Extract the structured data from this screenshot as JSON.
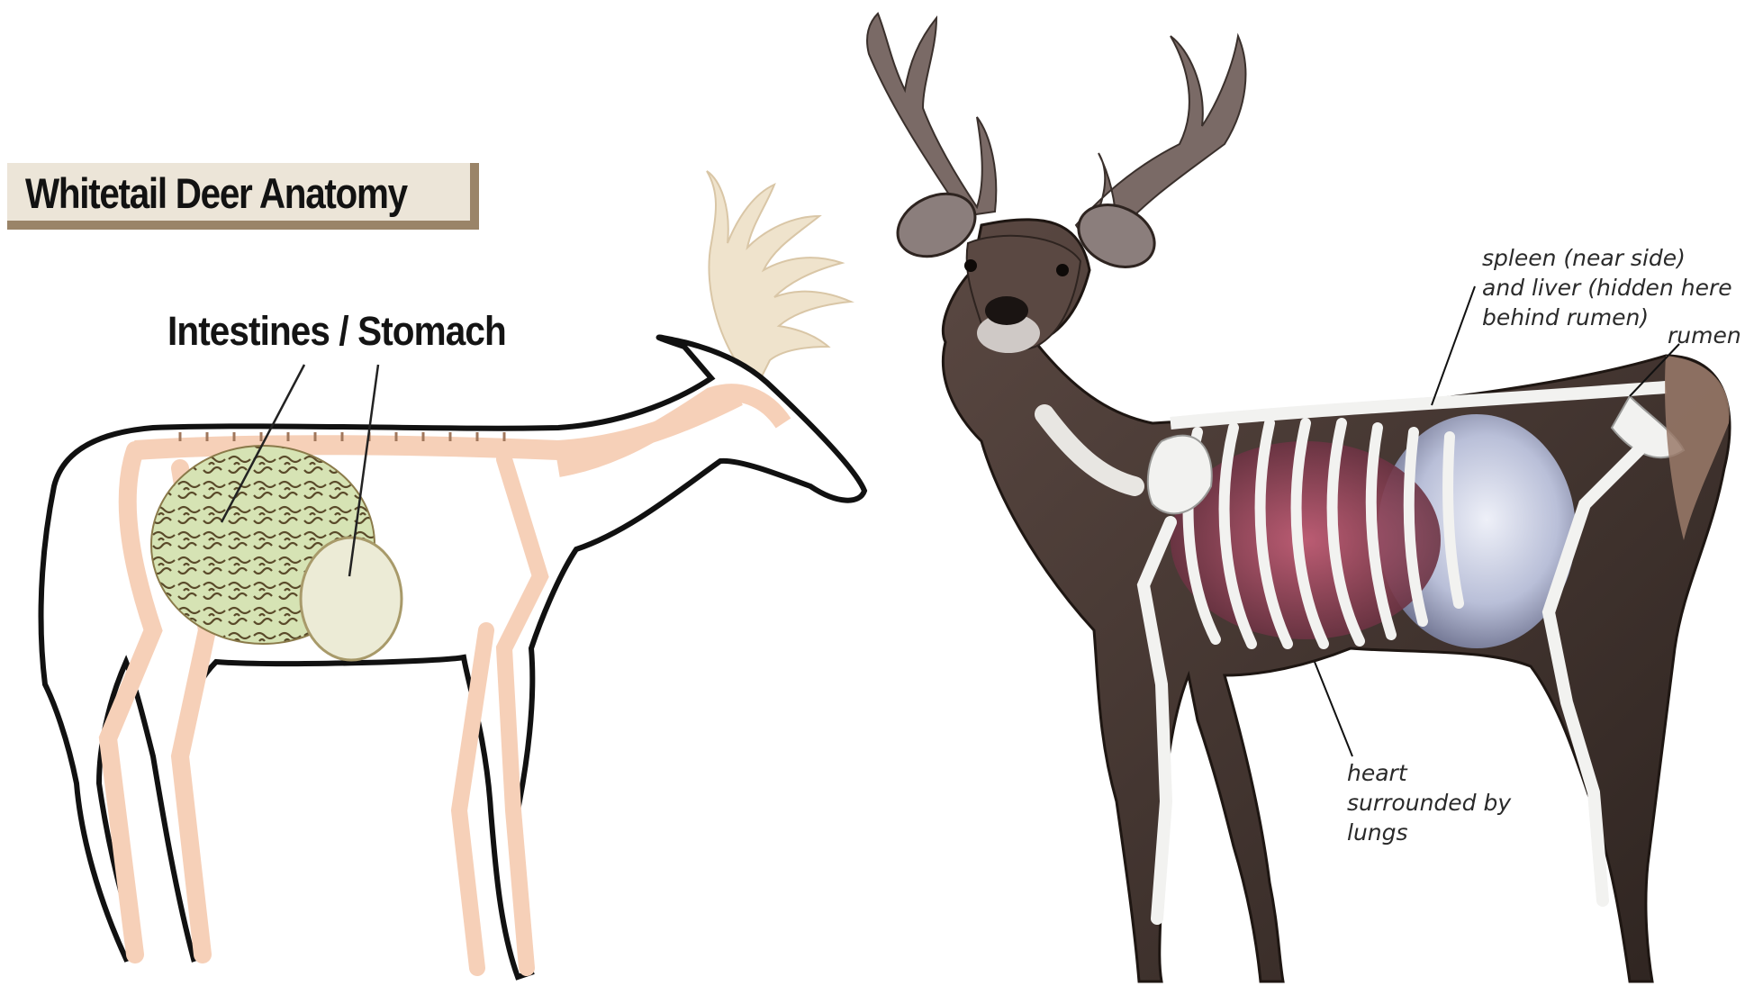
{
  "left_panel": {
    "title": "Whitetail Deer Anatomy",
    "label": "Intestines / Stomach",
    "colors": {
      "bone": "#f6d0b8",
      "intestine": "#d6e3b4",
      "stomach": "#ecebd6",
      "antler": "#efe3cc",
      "title_bg": "#ece5d8",
      "title_shadow": "#9a8468"
    }
  },
  "right_panel": {
    "labels": {
      "spleen": [
        "spleen (near side)",
        "and liver (hidden here",
        "behind rumen)"
      ],
      "rumen": "rumen",
      "heart": [
        "heart",
        "surrounded by",
        "lungs"
      ]
    },
    "colors": {
      "coat": "#4a3a34",
      "coat_dark": "#2e2420",
      "bone": "#f2f2f0",
      "rumen": "#b9bfd8",
      "lungs": "#a84a5e"
    }
  }
}
